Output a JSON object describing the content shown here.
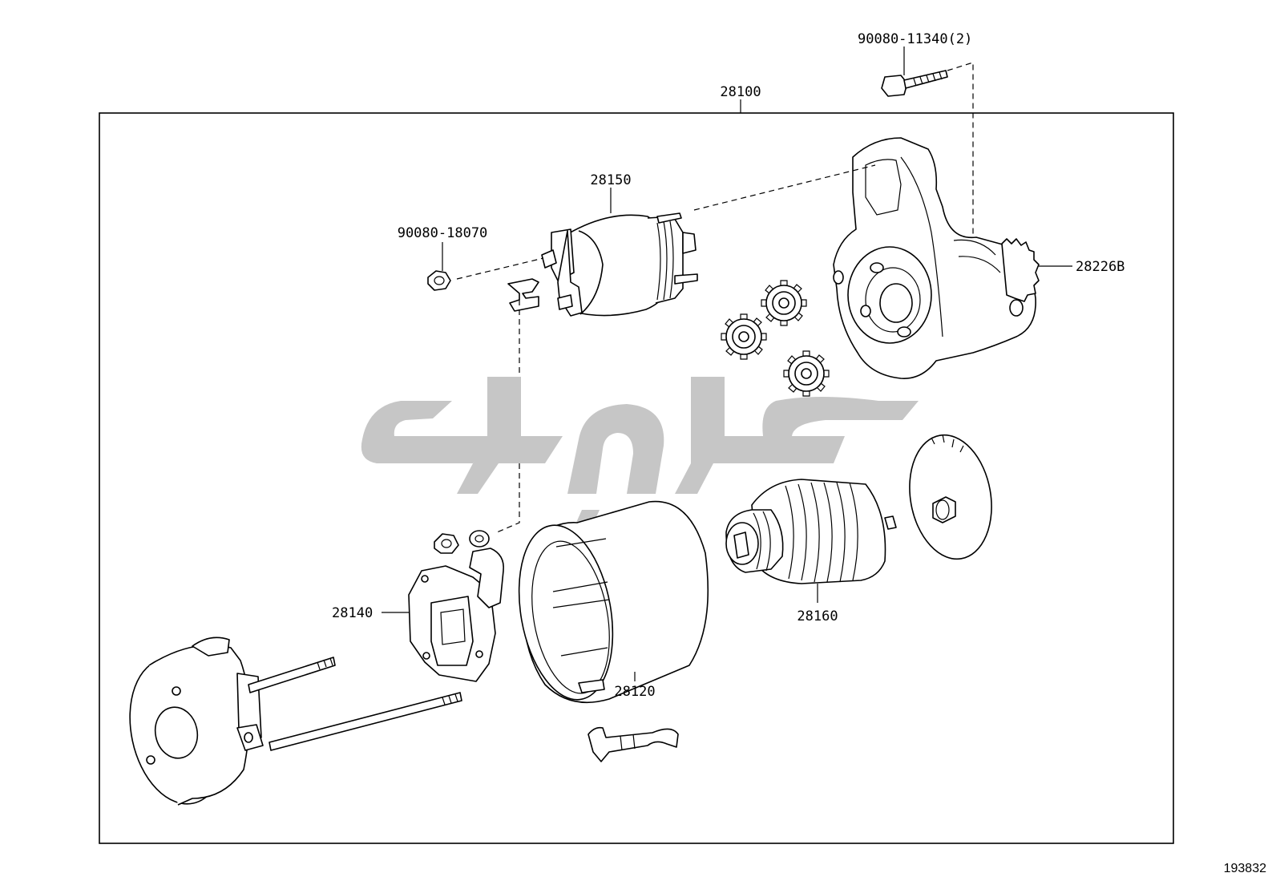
{
  "labels": {
    "assembly": "28100",
    "bolt": "90080-11340(2)",
    "magnetic_switch": "28150",
    "nut": "90080-18070",
    "pinion_gear": "28226B",
    "brush_holder": "28140",
    "yoke": "28120",
    "armature": "28160"
  },
  "reference_number": "193832",
  "watermark_text": "طوپارت",
  "colors": {
    "line": "#000000",
    "watermark": "#c6c6c6",
    "background": "#ffffff"
  }
}
